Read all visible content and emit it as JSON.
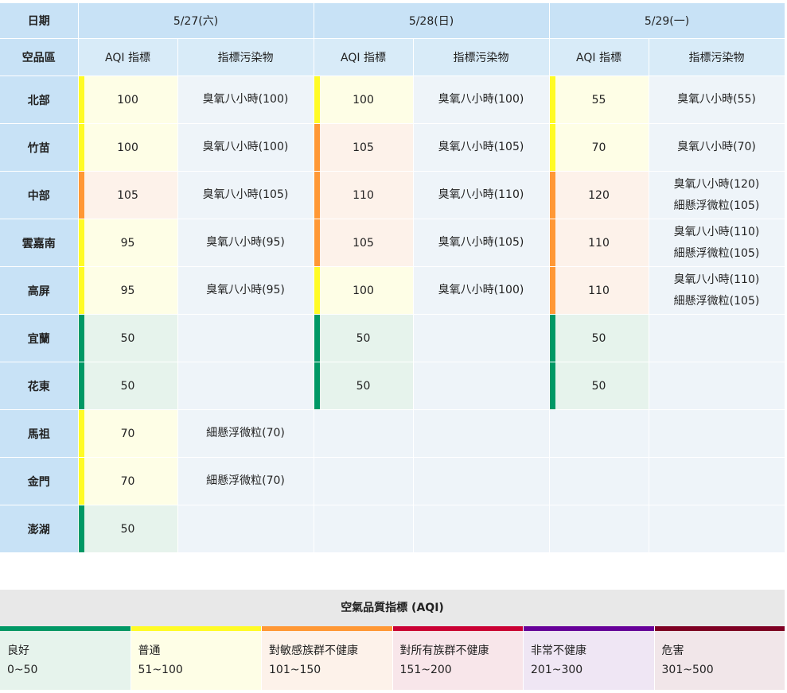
{
  "header": {
    "date_label": "日期",
    "region_label": "空品區",
    "aqi_label": "AQI 指標",
    "pollutant_label": "指標污染物",
    "dates": [
      "5/27(六)",
      "5/28(日)",
      "5/29(一)"
    ]
  },
  "colors": {
    "good": "#009865",
    "moderate": "#fffb26",
    "usg": "#ff9835",
    "unhealthy": "#ca0034",
    "very_unhealthy": "#670099",
    "hazardous": "#7e0023"
  },
  "rows": [
    {
      "region": "北部",
      "days": [
        {
          "aqi": "100",
          "level": "moderate",
          "pollutants": [
            "臭氧八小時(100)"
          ]
        },
        {
          "aqi": "100",
          "level": "moderate",
          "pollutants": [
            "臭氧八小時(100)"
          ]
        },
        {
          "aqi": "55",
          "level": "moderate",
          "pollutants": [
            "臭氧八小時(55)"
          ]
        }
      ]
    },
    {
      "region": "竹苗",
      "days": [
        {
          "aqi": "100",
          "level": "moderate",
          "pollutants": [
            "臭氧八小時(100)"
          ]
        },
        {
          "aqi": "105",
          "level": "usg",
          "pollutants": [
            "臭氧八小時(105)"
          ]
        },
        {
          "aqi": "70",
          "level": "moderate",
          "pollutants": [
            "臭氧八小時(70)"
          ]
        }
      ]
    },
    {
      "region": "中部",
      "days": [
        {
          "aqi": "105",
          "level": "usg",
          "pollutants": [
            "臭氧八小時(105)"
          ]
        },
        {
          "aqi": "110",
          "level": "usg",
          "pollutants": [
            "臭氧八小時(110)"
          ]
        },
        {
          "aqi": "120",
          "level": "usg",
          "pollutants": [
            "臭氧八小時(120)",
            "細懸浮微粒(105)"
          ]
        }
      ]
    },
    {
      "region": "雲嘉南",
      "days": [
        {
          "aqi": "95",
          "level": "moderate",
          "pollutants": [
            "臭氧八小時(95)"
          ]
        },
        {
          "aqi": "105",
          "level": "usg",
          "pollutants": [
            "臭氧八小時(105)"
          ]
        },
        {
          "aqi": "110",
          "level": "usg",
          "pollutants": [
            "臭氧八小時(110)",
            "細懸浮微粒(105)"
          ]
        }
      ]
    },
    {
      "region": "高屏",
      "days": [
        {
          "aqi": "95",
          "level": "moderate",
          "pollutants": [
            "臭氧八小時(95)"
          ]
        },
        {
          "aqi": "100",
          "level": "moderate",
          "pollutants": [
            "臭氧八小時(100)"
          ]
        },
        {
          "aqi": "110",
          "level": "usg",
          "pollutants": [
            "臭氧八小時(110)",
            "細懸浮微粒(105)"
          ]
        }
      ]
    },
    {
      "region": "宜蘭",
      "days": [
        {
          "aqi": "50",
          "level": "good",
          "pollutants": []
        },
        {
          "aqi": "50",
          "level": "good",
          "pollutants": []
        },
        {
          "aqi": "50",
          "level": "good",
          "pollutants": []
        }
      ]
    },
    {
      "region": "花東",
      "days": [
        {
          "aqi": "50",
          "level": "good",
          "pollutants": []
        },
        {
          "aqi": "50",
          "level": "good",
          "pollutants": []
        },
        {
          "aqi": "50",
          "level": "good",
          "pollutants": []
        }
      ]
    },
    {
      "region": "馬祖",
      "days": [
        {
          "aqi": "70",
          "level": "moderate",
          "pollutants": [
            "細懸浮微粒(70)"
          ]
        },
        null,
        null
      ]
    },
    {
      "region": "金門",
      "days": [
        {
          "aqi": "70",
          "level": "moderate",
          "pollutants": [
            "細懸浮微粒(70)"
          ]
        },
        null,
        null
      ]
    },
    {
      "region": "澎湖",
      "days": [
        {
          "aqi": "50",
          "level": "good",
          "pollutants": []
        },
        null,
        null
      ]
    }
  ],
  "legend": {
    "title": "空氣品質指標 (AQI)",
    "items": [
      {
        "name": "良好",
        "range": "0~50",
        "color": "#009865",
        "bg": "#e6f3ec"
      },
      {
        "name": "普通",
        "range": "51~100",
        "color": "#fffb26",
        "bg": "#fefee6"
      },
      {
        "name": "對敏感族群不健康",
        "range": "101~150",
        "color": "#ff9835",
        "bg": "#fdf2ea"
      },
      {
        "name": "對所有族群不健康",
        "range": "151~200",
        "color": "#ca0034",
        "bg": "#f8e6ea"
      },
      {
        "name": "非常不健康",
        "range": "201~300",
        "color": "#670099",
        "bg": "#efe6f4"
      },
      {
        "name": "危害",
        "range": "301~500",
        "color": "#7e0023",
        "bg": "#f1e6e9"
      }
    ]
  }
}
